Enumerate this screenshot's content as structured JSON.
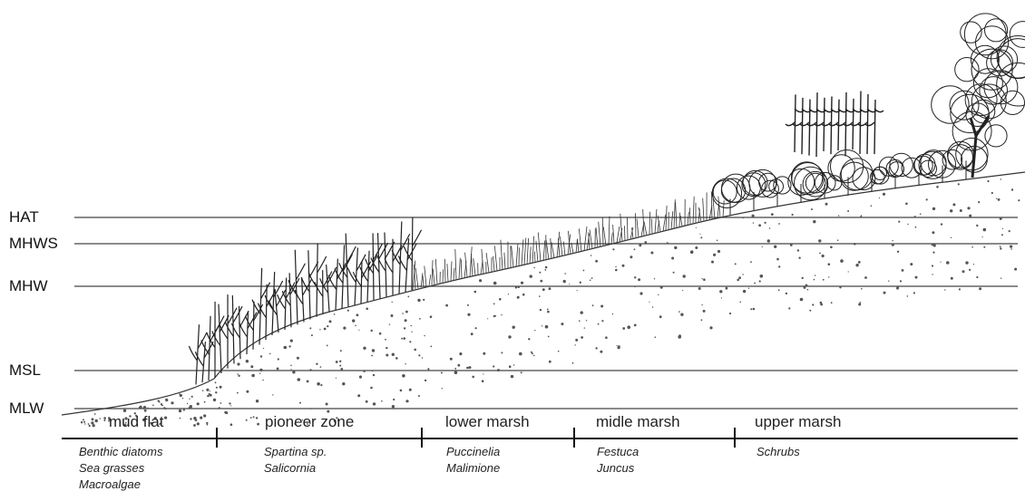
{
  "levels": [
    {
      "label": "HAT"
    },
    {
      "label": "MHWS"
    },
    {
      "label": "MHW"
    },
    {
      "label": "MSL"
    },
    {
      "label": "MLW"
    }
  ],
  "zones": [
    {
      "name": "mud flat",
      "species": [
        "Benthic diatoms",
        "Sea grasses",
        "Macroalgae"
      ]
    },
    {
      "name": "pioneer zone",
      "species": [
        "Spartina sp.",
        "Salicornia"
      ]
    },
    {
      "name": "lower marsh",
      "species": [
        "Puccinelia",
        "Malimione"
      ]
    },
    {
      "name": "midle marsh",
      "species": [
        "Festuca",
        "Juncus"
      ]
    },
    {
      "name": "upper marsh",
      "species": [
        "Schrubs"
      ]
    }
  ],
  "illustration": {
    "subject": "salt-marsh cross-section with vegetation zones",
    "line_color": "#333333",
    "ground_stipple_color": "#555555",
    "vegetation_color": "#222222"
  }
}
